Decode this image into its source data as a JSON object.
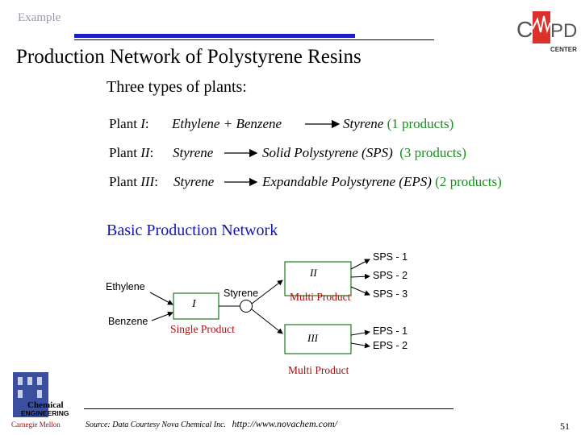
{
  "header": {
    "label": "Example"
  },
  "title": "Production Network of Polystyrene Resins",
  "subtitle": "Three types of plants:",
  "plants": [
    {
      "name": "Plant ",
      "numeral": "I",
      "colon": ":",
      "input": "Ethylene + Benzene",
      "output": "Styrene",
      "count": "(1 products)"
    },
    {
      "name": "Plant ",
      "numeral": "II",
      "colon": ":",
      "input": "Styrene",
      "output": "Solid Polystyrene (SPS)",
      "count": "(3 products)"
    },
    {
      "name": "Plant ",
      "numeral": "III",
      "colon": ":",
      "input": "Styrene",
      "output": "Expandable Polystyrene (EPS)",
      "count": "(2 products)"
    }
  ],
  "network": {
    "heading": "Basic Production Network",
    "inputs": [
      "Ethylene",
      "Benzene"
    ],
    "intermediate": "Styrene",
    "plant_labels": [
      "I",
      "II",
      "III"
    ],
    "sps_products": [
      "SPS - 1",
      "SPS - 2",
      "SPS - 3"
    ],
    "eps_products": [
      "EPS - 1",
      "EPS - 2"
    ],
    "single_product_label": "Single Product",
    "multi_product_label_1": "Multi Product",
    "multi_product_label_2": "Multi Product"
  },
  "footer": {
    "source": "Source: Data Courtesy Nova Chemical Inc.",
    "url": "http://www.novachem.com/",
    "page_number": "51"
  },
  "logos": {
    "capd_left": "C",
    "capd_right": "PD",
    "capd_sub": "CENTER",
    "cmu_top1": "Chemical",
    "cmu_top2": "ENGINEERING",
    "cmu_bottom": "Carnegie Mellon"
  },
  "colors": {
    "accent_blue": "#1c1cc8",
    "green": "#15911b",
    "heading_blue": "#1414b0",
    "red": "#a01010"
  }
}
